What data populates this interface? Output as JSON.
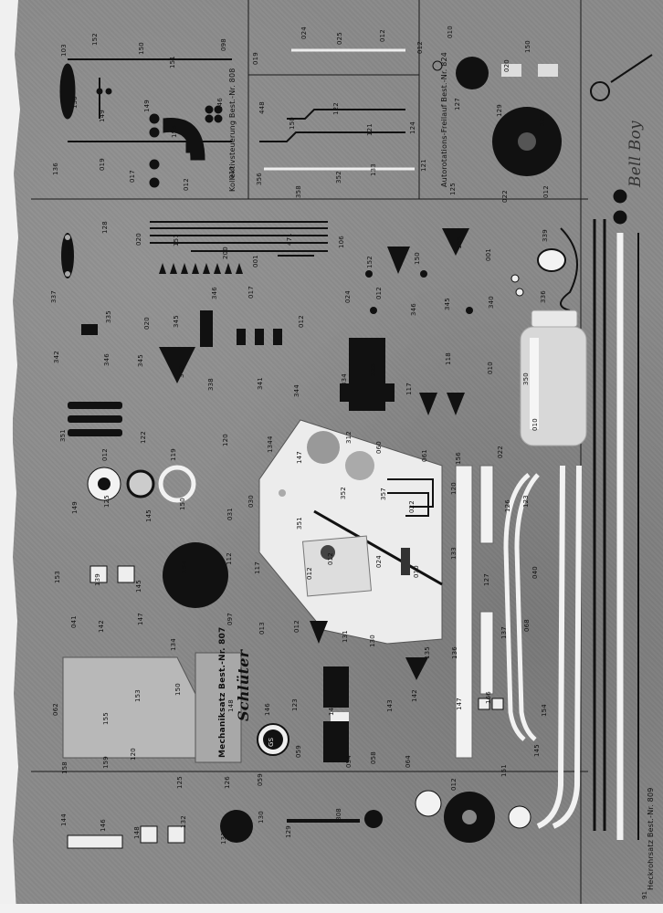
{
  "sections": {
    "kollektivsteuerung": "Kollektivsteuerung Best.-Nr. 808",
    "autorotation": "Autorotations-Freilauf Best.-Nr. 824",
    "mechaniksatz": "Mechaniksatz Best.-Nr. 807",
    "heckrohrsatz": "Heckrohrsatz Best.-Nr. 809"
  },
  "brand": {
    "logo": "Schlüter",
    "badge": "GS"
  },
  "handwriting": "Bell Boy",
  "page_number": "91",
  "part_labels": [
    "103",
    "152",
    "150",
    "151",
    "098",
    "019",
    "024",
    "025",
    "012",
    "012",
    "010",
    "020",
    "150",
    "150",
    "149",
    "149",
    "155",
    "146",
    "448",
    "150",
    "122",
    "121",
    "124",
    "127",
    "129",
    "123",
    "136",
    "019",
    "017",
    "012",
    "010",
    "356",
    "358",
    "352",
    "133",
    "121",
    "125",
    "022",
    "012",
    "007",
    "128",
    "020",
    "151",
    "200",
    "001",
    "471",
    "106",
    "152",
    "150",
    "103",
    "001",
    "339",
    "337",
    "335",
    "020",
    "345",
    "346",
    "017",
    "012",
    "024",
    "012",
    "346",
    "345",
    "340",
    "336",
    "342",
    "346",
    "345",
    "340",
    "338",
    "341",
    "344",
    "334",
    "333",
    "117",
    "118",
    "010",
    "350",
    "351",
    "012",
    "122",
    "119",
    "120",
    "1344",
    "147",
    "312",
    "060",
    "061",
    "156",
    "022",
    "010",
    "149",
    "125",
    "145",
    "150",
    "031",
    "030",
    "351",
    "352",
    "357",
    "022",
    "120",
    "126",
    "123",
    "153",
    "139",
    "145",
    "154",
    "112",
    "117",
    "012",
    "012",
    "024",
    "010",
    "133",
    "127",
    "040",
    "041",
    "142",
    "147",
    "134",
    "097",
    "013",
    "012",
    "131",
    "130",
    "135",
    "136",
    "137",
    "068",
    "062",
    "155",
    "153",
    "150",
    "148",
    "146",
    "123",
    "147",
    "143",
    "142",
    "147",
    "166",
    "154",
    "158",
    "159",
    "120",
    "125",
    "126",
    "059",
    "059",
    "054",
    "058",
    "064",
    "012",
    "151",
    "145",
    "144",
    "146",
    "148",
    "132",
    "131",
    "130",
    "129",
    "808"
  ]
}
